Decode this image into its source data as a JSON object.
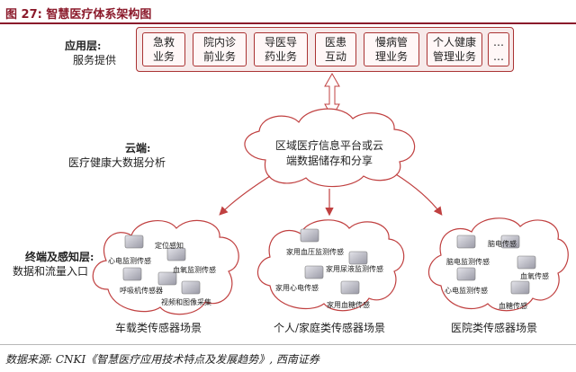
{
  "title": "图 27:  智慧医疗体系架构图",
  "layers": {
    "service": {
      "name": "应用层:",
      "desc": "服务提供"
    },
    "cloud": {
      "name": "云端:",
      "desc": "医疗健康大数据分析"
    },
    "terminal": {
      "name": "终端及感知层:",
      "desc": "数据和流量入口"
    }
  },
  "services": [
    "急救\n业务",
    "院内诊\n前业务",
    "导医导\n药业务",
    "医患\n互动",
    "慢病管\n理业务",
    "个人健康\n管理业务",
    "…\n…"
  ],
  "cloud_platform": {
    "line1": "区域医疗信息平台或云",
    "line2": "端数据储存和分享"
  },
  "scenarios": [
    {
      "name": "车载类传感器场景",
      "sensors": [
        "定位感知",
        "心电监测传感",
        "血氧监测传感",
        "呼吸机传感器",
        "视频和图像采集"
      ]
    },
    {
      "name": "个人/家庭类传感器场景",
      "sensors": [
        "家用血压监测传感",
        "家用尿液监测传感",
        "家用心电传感",
        "家用血糖传感"
      ]
    },
    {
      "name": "医院类传感器场景",
      "sensors": [
        "脑电传感",
        "脑电监测传感",
        "血氧传感",
        "心电监测传感",
        "血糖传感"
      ]
    }
  ],
  "source": "数据来源: CNKI《智慧医疗应用技术特点及发展趋势》, 西南证券",
  "colors": {
    "accent": "#8b1a2b",
    "box_border": "#a33333",
    "cloud_border": "#c04040",
    "arrow": "#c04040"
  }
}
